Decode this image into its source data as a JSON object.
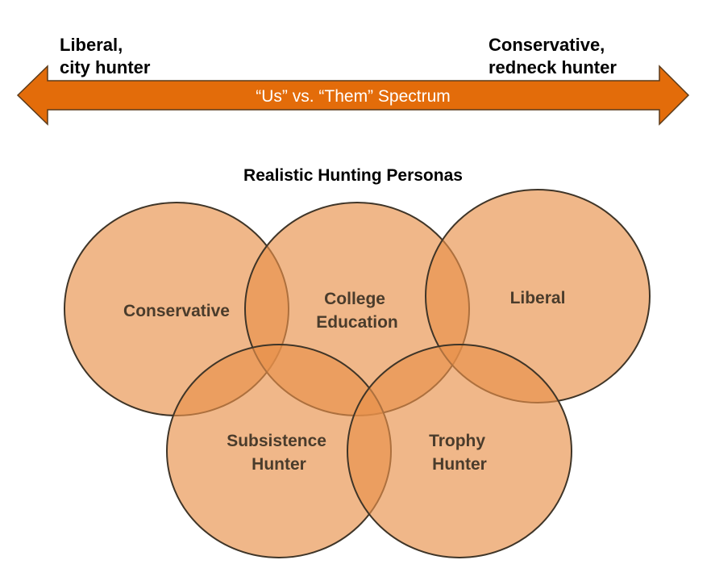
{
  "spectrum": {
    "left_label": [
      "Liberal,",
      "city hunter"
    ],
    "right_label": [
      "Conservative,",
      "redneck hunter"
    ],
    "arrow_text": "“Us” vs. “Them” Spectrum",
    "arrow_color": "#E36C0A",
    "arrow_text_color": "#FFFFFF"
  },
  "diagram": {
    "title": "Realistic Hunting Personas",
    "circle_fill": "#E8914A",
    "circle_fill_opacity": 0.65,
    "circle_stroke": "#3F3528",
    "label_color": "#4A3C2C",
    "personas": [
      {
        "id": "conservative",
        "lines": [
          "Conservative"
        ]
      },
      {
        "id": "college-education",
        "lines": [
          "College",
          "Education"
        ]
      },
      {
        "id": "liberal",
        "lines": [
          "Liberal"
        ]
      },
      {
        "id": "subsistence-hunter",
        "lines": [
          "Subsistence",
          "Hunter"
        ]
      },
      {
        "id": "trophy-hunter",
        "lines": [
          "Trophy",
          "Hunter"
        ]
      }
    ]
  }
}
